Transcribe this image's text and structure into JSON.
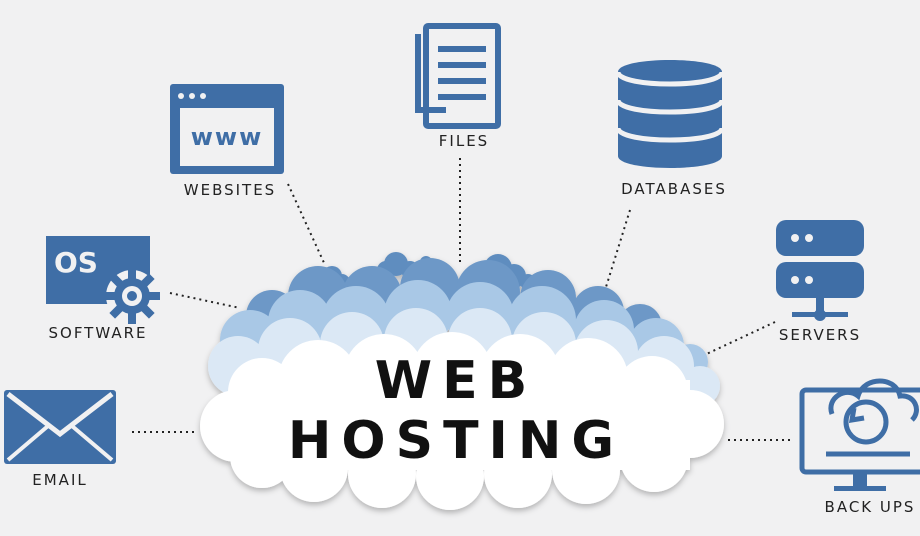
{
  "center": {
    "line1": "WEB",
    "line2": "HOSTING"
  },
  "nodes": {
    "websites": {
      "label": "WEBSITES",
      "icon": "browser-window-icon",
      "glyph": "www"
    },
    "files": {
      "label": "FILES",
      "icon": "documents-icon"
    },
    "databases": {
      "label": "DATABASES",
      "icon": "database-icon"
    },
    "software": {
      "label": "SOFTWARE",
      "icon": "software-gear-icon",
      "glyph": "OS"
    },
    "servers": {
      "label": "SERVERS",
      "icon": "server-rack-icon"
    },
    "email": {
      "label": "EMAIL",
      "icon": "envelope-icon"
    },
    "backups": {
      "label": "BACK UPS",
      "icon": "cloud-backup-monitor-icon"
    }
  },
  "colors": {
    "background": "#f1f1f2",
    "icon": "#3f6ea6",
    "cloud_dark": "#5f8dbf",
    "cloud_mid": "#9dbfe0",
    "cloud_light": "#dce9f5",
    "text": "#111111"
  }
}
